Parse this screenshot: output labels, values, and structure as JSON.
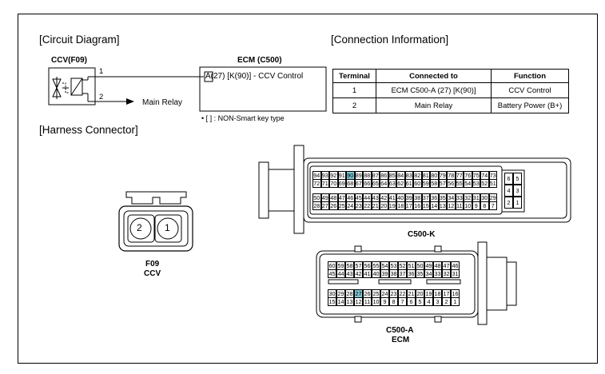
{
  "section_titles": {
    "circuit": "[Circuit Diagram]",
    "connection": "[Connection Information]",
    "harness": "[Harness Connector]"
  },
  "circuit": {
    "ccv_label": "CCV(F09)",
    "ecm_label": "ECM (C500)",
    "wire1_num": "1",
    "wire2_num": "2",
    "main_relay": "Main Relay",
    "ecm_pin": "A(27) [K(90)] - CCV Control",
    "note": "• [   ] : NON-Smart key type"
  },
  "connection_table": {
    "headers": [
      "Terminal",
      "Connected to",
      "Function"
    ],
    "rows": [
      [
        "1",
        "ECM C500-A (27) [K(90)]",
        "CCV Control"
      ],
      [
        "2",
        "Main Relay",
        "Battery Power (B+)"
      ]
    ]
  },
  "connectors": {
    "f09": {
      "pins": [
        "2",
        "1"
      ],
      "label1": "F09",
      "label2": "CCV"
    },
    "c500k": {
      "label": "C500-K",
      "highlight": "90",
      "top_row1": [
        "94",
        "93",
        "92",
        "91",
        "90",
        "89",
        "88",
        "87",
        "86",
        "85",
        "84",
        "83",
        "82",
        "81",
        "80",
        "79",
        "78",
        "77",
        "76",
        "75",
        "74",
        "73"
      ],
      "top_row2": [
        "72",
        "71",
        "70",
        "69",
        "68",
        "67",
        "66",
        "65",
        "64",
        "63",
        "62",
        "61",
        "60",
        "59",
        "58",
        "57",
        "56",
        "55",
        "54",
        "53",
        "52",
        "51"
      ],
      "bot_row1": [
        "50",
        "49",
        "48",
        "47",
        "46",
        "45",
        "44",
        "43",
        "42",
        "41",
        "40",
        "39",
        "38",
        "37",
        "36",
        "35",
        "34",
        "33",
        "32",
        "31",
        "30",
        "29"
      ],
      "bot_row2": [
        "28",
        "27",
        "26",
        "25",
        "24",
        "23",
        "22",
        "21",
        "20",
        "19",
        "18",
        "17",
        "16",
        "15",
        "14",
        "13",
        "12",
        "11",
        "10",
        "9",
        "8",
        "7"
      ],
      "side": [
        "6",
        "5",
        "4",
        "3",
        "2",
        "1"
      ]
    },
    "c500a": {
      "label1": "C500-A",
      "label2": "ECM",
      "highlight": "27",
      "top_row1": [
        "60",
        "59",
        "58",
        "57",
        "56",
        "55",
        "54",
        "53",
        "52",
        "51",
        "50",
        "49",
        "48",
        "47",
        "46"
      ],
      "top_row2": [
        "45",
        "44",
        "43",
        "42",
        "41",
        "40",
        "39",
        "38",
        "37",
        "36",
        "35",
        "34",
        "33",
        "32",
        "31"
      ],
      "bot_row1": [
        "30",
        "29",
        "28",
        "27",
        "26",
        "25",
        "24",
        "23",
        "22",
        "21",
        "20",
        "19",
        "18",
        "17",
        "16"
      ],
      "bot_row2": [
        "15",
        "14",
        "13",
        "12",
        "11",
        "10",
        "9",
        "8",
        "7",
        "6",
        "5",
        "4",
        "3",
        "2",
        "1"
      ]
    }
  }
}
